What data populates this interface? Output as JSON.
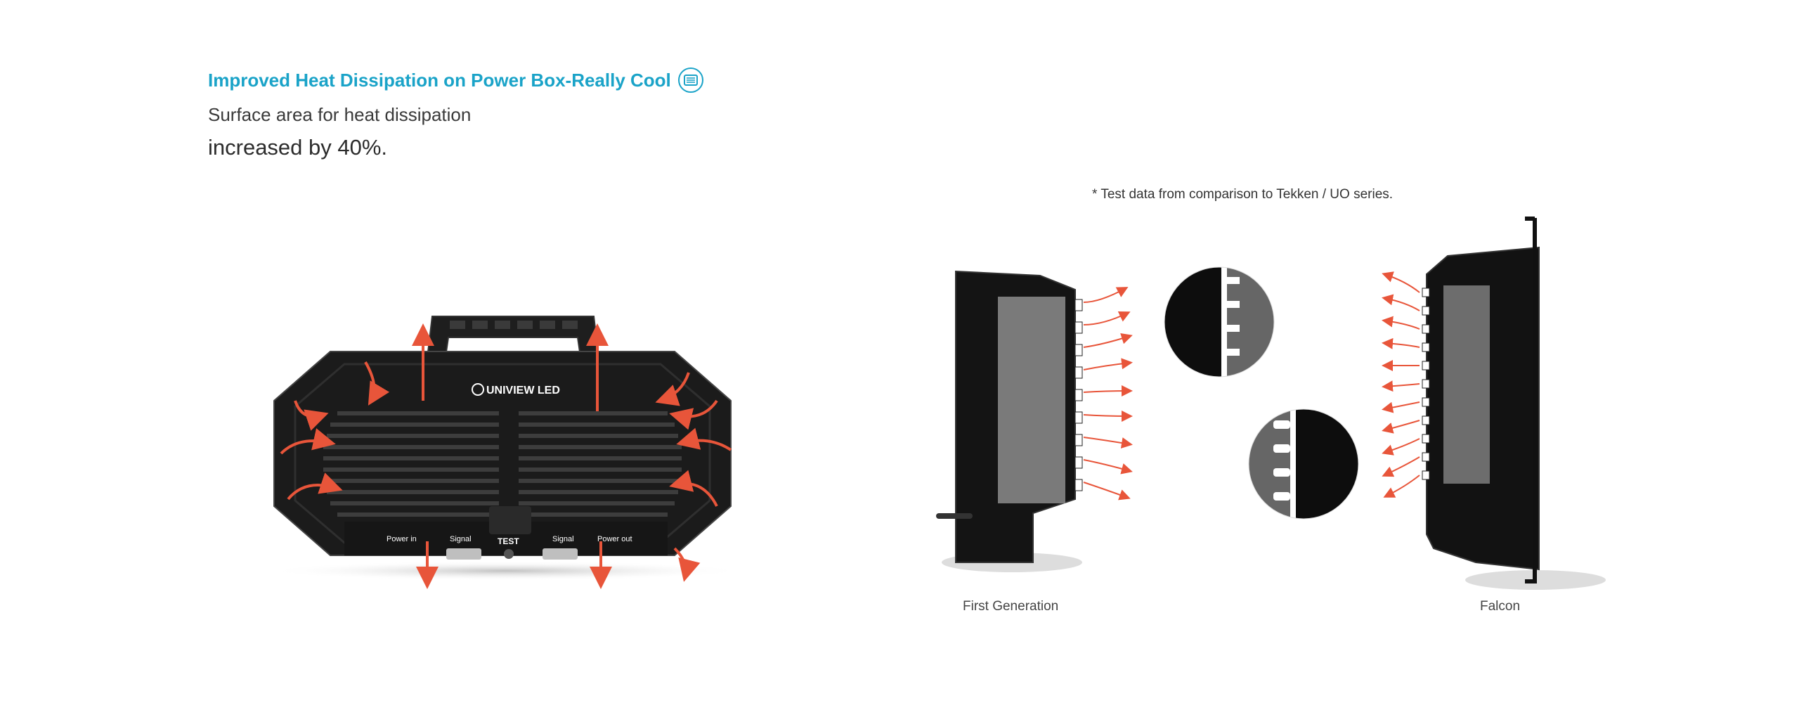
{
  "header": {
    "title": "Improved Heat Dissipation on Power Box-Really Cool",
    "subtitle_line1": "Surface area for heat dissipation",
    "subtitle_line2": "increased by 40%."
  },
  "footnote": "* Test data from comparison to Tekken / UO series.",
  "power_box": {
    "brand": "UNIVIEW LED",
    "ports": {
      "power_in": "Power  in",
      "signal_left": "Signal",
      "test": "TEST",
      "signal_right": "Signal",
      "power_out": "Power  out"
    }
  },
  "comparison": {
    "left_label": "First Generation",
    "right_label": "Falcon"
  },
  "colors": {
    "accent": "#1aa3c8",
    "arrow": "#e8553a",
    "device": "#1b1b1b"
  },
  "icons": {
    "badge": "cooling-fins-icon"
  }
}
